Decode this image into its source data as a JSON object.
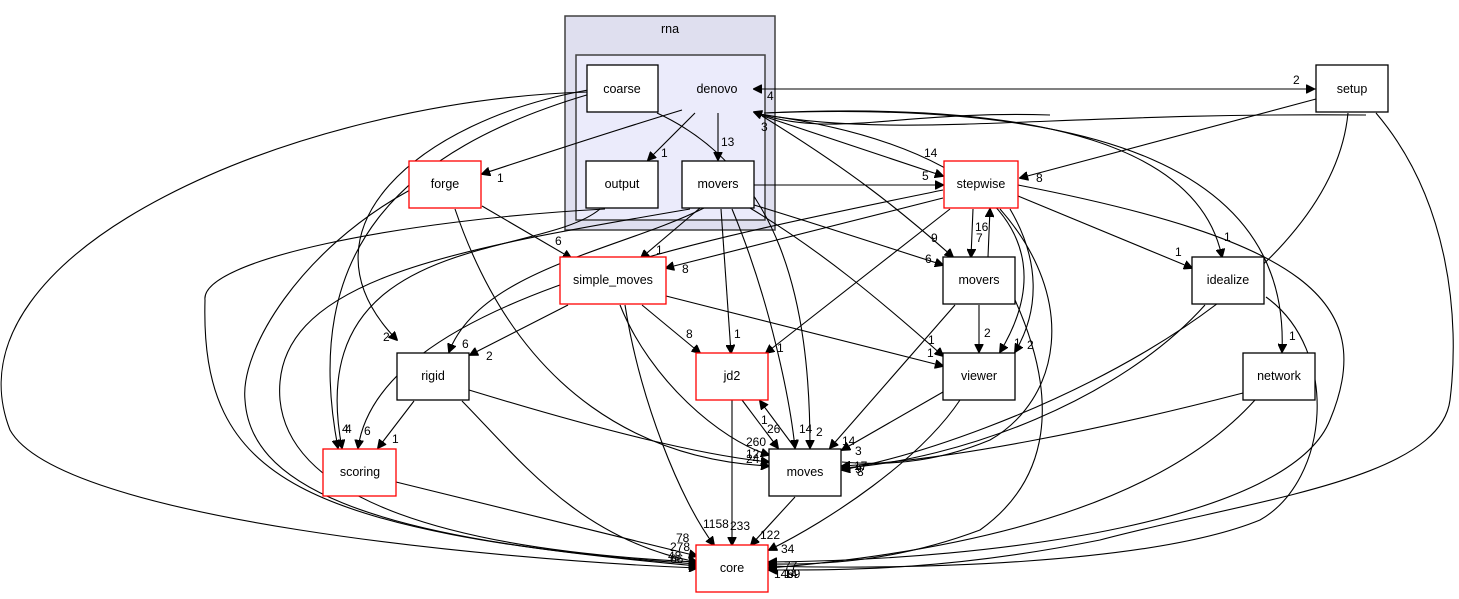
{
  "diagram": {
    "type": "directory-dependency-graph",
    "clusters": [
      {
        "id": "rna",
        "label": "rna"
      },
      {
        "id": "denovo",
        "label": "denovo"
      }
    ],
    "nodes": [
      {
        "id": "coarse",
        "label": "coarse",
        "border": "black",
        "cluster": "denovo"
      },
      {
        "id": "output",
        "label": "output",
        "border": "black",
        "cluster": "denovo"
      },
      {
        "id": "denovo_movers",
        "label": "movers",
        "border": "black",
        "cluster": "denovo"
      },
      {
        "id": "setup",
        "label": "setup",
        "border": "black"
      },
      {
        "id": "forge",
        "label": "forge",
        "border": "red"
      },
      {
        "id": "stepwise",
        "label": "stepwise",
        "border": "red"
      },
      {
        "id": "simple_moves",
        "label": "simple_moves",
        "border": "red"
      },
      {
        "id": "movers",
        "label": "movers",
        "border": "black"
      },
      {
        "id": "idealize",
        "label": "idealize",
        "border": "black"
      },
      {
        "id": "rigid",
        "label": "rigid",
        "border": "black"
      },
      {
        "id": "jd2",
        "label": "jd2",
        "border": "red"
      },
      {
        "id": "viewer",
        "label": "viewer",
        "border": "black"
      },
      {
        "id": "network",
        "label": "network",
        "border": "black"
      },
      {
        "id": "scoring",
        "label": "scoring",
        "border": "red"
      },
      {
        "id": "moves",
        "label": "moves",
        "border": "black"
      },
      {
        "id": "core",
        "label": "core",
        "border": "red"
      }
    ],
    "edges": [
      {
        "from": "setup",
        "to": "denovo",
        "label": "4"
      },
      {
        "from": "denovo",
        "to": "setup",
        "label": "2"
      },
      {
        "from": "stepwise",
        "to": "denovo",
        "label": "3"
      },
      {
        "from": "denovo",
        "to": "output",
        "label": "1"
      },
      {
        "from": "denovo",
        "to": "denovo_movers",
        "label": "13"
      },
      {
        "from": "denovo",
        "to": "forge",
        "label": "1"
      },
      {
        "from": "denovo",
        "to": "stepwise",
        "label": "14"
      },
      {
        "from": "denovo_movers",
        "to": "stepwise",
        "label": "5"
      },
      {
        "from": "setup",
        "to": "stepwise",
        "label": "8"
      },
      {
        "from": "forge",
        "to": "simple_moves",
        "label": "6"
      },
      {
        "from": "denovo_movers",
        "to": "simple_moves",
        "label": "1"
      },
      {
        "from": "stepwise",
        "to": "simple_moves",
        "label": "8"
      },
      {
        "from": "denovo",
        "to": "movers",
        "label": "9"
      },
      {
        "from": "denovo_movers",
        "to": "movers",
        "label": "6"
      },
      {
        "from": "stepwise",
        "to": "movers",
        "label": "7"
      },
      {
        "from": "movers",
        "to": "stepwise",
        "label": "16"
      },
      {
        "from": "stepwise",
        "to": "idealize",
        "label": "1"
      },
      {
        "from": "denovo",
        "to": "idealize",
        "label": "1"
      },
      {
        "from": "denovo",
        "to": "network",
        "label": "1"
      },
      {
        "from": "coarse",
        "to": "rigid",
        "label": "2"
      },
      {
        "from": "denovo_movers",
        "to": "rigid",
        "label": "6"
      },
      {
        "from": "simple_moves",
        "to": "rigid",
        "label": "2"
      },
      {
        "from": "simple_moves",
        "to": "jd2",
        "label": "8"
      },
      {
        "from": "denovo_movers",
        "to": "jd2",
        "label": "1"
      },
      {
        "from": "stepwise",
        "to": "jd2",
        "label": "1"
      },
      {
        "from": "movers",
        "to": "viewer",
        "label": "2"
      },
      {
        "from": "denovo_movers",
        "to": "viewer",
        "label": "1"
      },
      {
        "from": "simple_moves",
        "to": "viewer",
        "label": "1"
      },
      {
        "from": "stepwise",
        "to": "viewer",
        "label": "2"
      },
      {
        "from": "denovo",
        "to": "viewer",
        "label": "1"
      },
      {
        "from": "output",
        "to": "scoring",
        "label": "4"
      },
      {
        "from": "coarse",
        "to": "scoring",
        "label": "4"
      },
      {
        "from": "stepwise",
        "to": "scoring",
        "label": "6"
      },
      {
        "from": "rigid",
        "to": "scoring",
        "label": "1"
      },
      {
        "from": "jd2",
        "to": "moves",
        "label": "26"
      },
      {
        "from": "moves",
        "to": "jd2",
        "label": "1"
      },
      {
        "from": "denovo_movers",
        "to": "moves",
        "label": "14"
      },
      {
        "from": "coarse",
        "to": "moves",
        "label": "2"
      },
      {
        "from": "movers",
        "to": "moves",
        "label": "14"
      },
      {
        "from": "viewer",
        "to": "moves",
        "label": "3"
      },
      {
        "from": "simple_moves",
        "to": "moves",
        "label": "260"
      },
      {
        "from": "rigid",
        "to": "moves",
        "label": "12"
      },
      {
        "from": "forge",
        "to": "moves",
        "label": "24"
      },
      {
        "from": "idealize",
        "to": "moves",
        "label": "17"
      },
      {
        "from": "network",
        "to": "moves",
        "label": "9"
      },
      {
        "from": "setup",
        "to": "moves",
        "label": "8"
      },
      {
        "from": "simple_moves",
        "to": "core",
        "label": "1158"
      },
      {
        "from": "jd2",
        "to": "core",
        "label": "233"
      },
      {
        "from": "moves",
        "to": "core",
        "label": "122"
      },
      {
        "from": "viewer",
        "to": "core",
        "label": "34"
      },
      {
        "from": "scoring",
        "to": "core",
        "label": "78"
      },
      {
        "from": "rigid",
        "to": "core",
        "label": "278"
      },
      {
        "from": "coarse",
        "to": "core",
        "label": "48"
      },
      {
        "from": "output",
        "to": "core",
        "label": "66"
      },
      {
        "from": "idealize",
        "to": "core",
        "label": "77"
      },
      {
        "from": "network",
        "to": "core",
        "label": "14"
      },
      {
        "from": "setup",
        "to": "core",
        "label": "149"
      },
      {
        "from": "movers",
        "to": "core",
        "label": "69"
      }
    ]
  }
}
